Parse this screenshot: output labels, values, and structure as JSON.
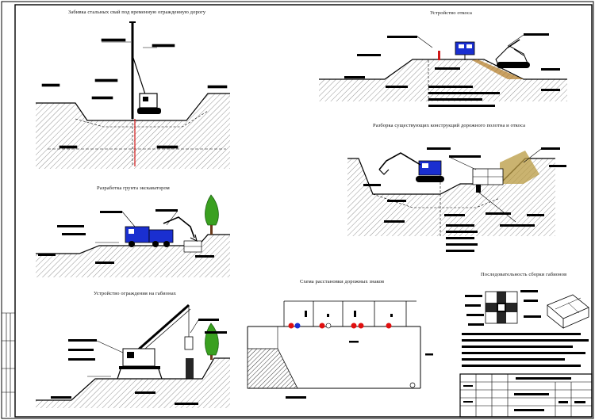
{
  "captions": {
    "piles": "Забивка стальных свай под временную огражденную дорогу",
    "support": "Устройство откоса",
    "dismantle": "Разборка существующих конструкций дорожного полотна и откоса",
    "excavation": "Разработка грунта экскаватором",
    "install": "Устройство ограждения на габионах",
    "scheme": "Схема расстановки дорожных знаков",
    "sequence": "Последовательность сборки габионов"
  },
  "colors": {
    "line": "#000000",
    "hatch": "#555555",
    "machine_blue": "#1a2fd0",
    "tree_green": "#3aa020",
    "tree_trunk": "#6b3a1a",
    "sign_red": "#e01010",
    "pile_red": "#d01818"
  },
  "icons": [
    "pile-driver-icon",
    "dump-truck-icon",
    "excavator-icon",
    "crane-icon",
    "tree-icon",
    "road-sign-icon",
    "gabion-icon"
  ]
}
